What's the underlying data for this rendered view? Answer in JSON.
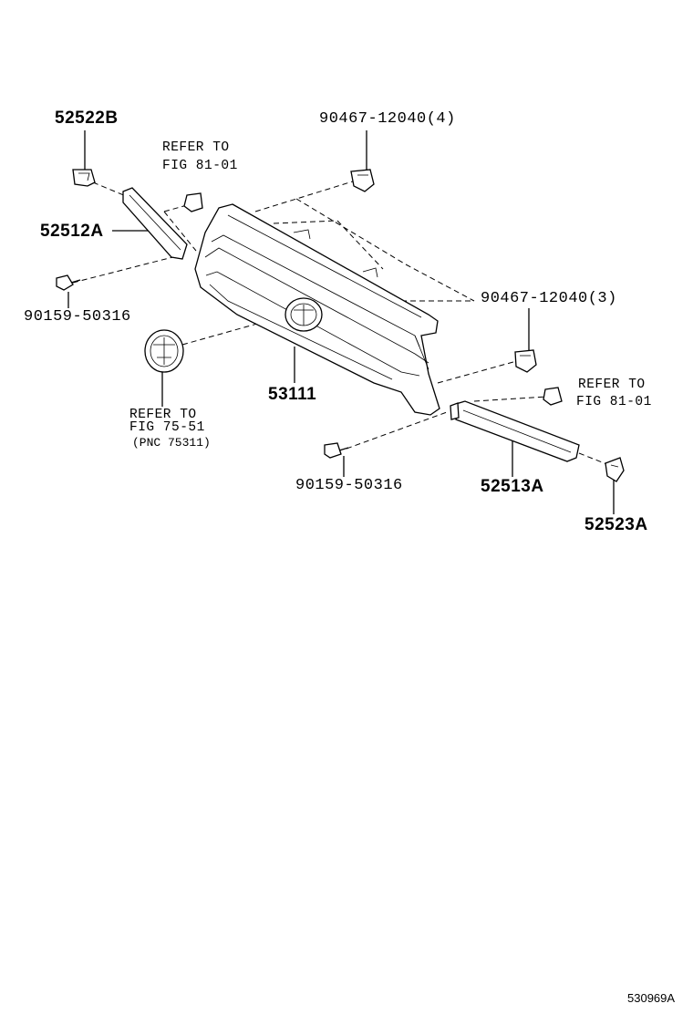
{
  "diagram": {
    "figure_number": "530969A",
    "labels": {
      "clip_upper_left": "52522B",
      "moulding_left": "52512A",
      "screw_left": "90159-50316",
      "clip_upper_center": "90467-12040(4)",
      "clip_right": "90467-12040(3)",
      "grille": "53111",
      "moulding_right": "52513A",
      "screw_right": "90159-50316",
      "clip_lower_right": "52523A"
    },
    "references": {
      "left_clip_ref": [
        "REFER TO",
        "FIG 81-01"
      ],
      "right_clip_ref": [
        "REFER TO",
        "FIG 81-01"
      ],
      "emblem_ref": [
        "REFER TO",
        "FIG 75-51",
        "(PNC 75311)"
      ]
    }
  }
}
